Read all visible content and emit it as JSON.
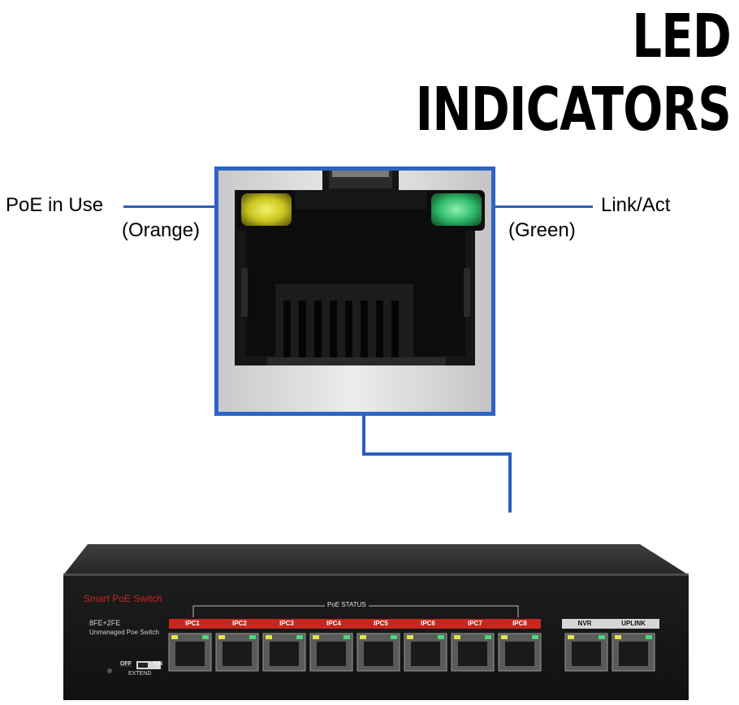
{
  "title": "LED INDICATORS",
  "left_label": {
    "name": "PoE in Use",
    "color": "(Orange)"
  },
  "right_label": {
    "name": "Link/Act",
    "color": "(Green)"
  },
  "colors": {
    "accent_blue": "#2f63c6",
    "led_left": "#d6d62a",
    "led_right": "#34c26a",
    "port_label_red": "#c8261e"
  },
  "switch": {
    "brand": "Smart PoE  Switch",
    "model": "8FE+2FE",
    "subtitle": "Unmanaged Poe Switch",
    "status_label": "PoE STATUS",
    "ports": [
      "IPC1",
      "IPC2",
      "IPC3",
      "IPC4",
      "IPC5",
      "IPC6",
      "IPC7",
      "IPC8"
    ],
    "uplinks": [
      "NVR",
      "UPLINK"
    ],
    "switch_off": "OFF",
    "switch_on": "ON",
    "extend": "EXTEND"
  }
}
